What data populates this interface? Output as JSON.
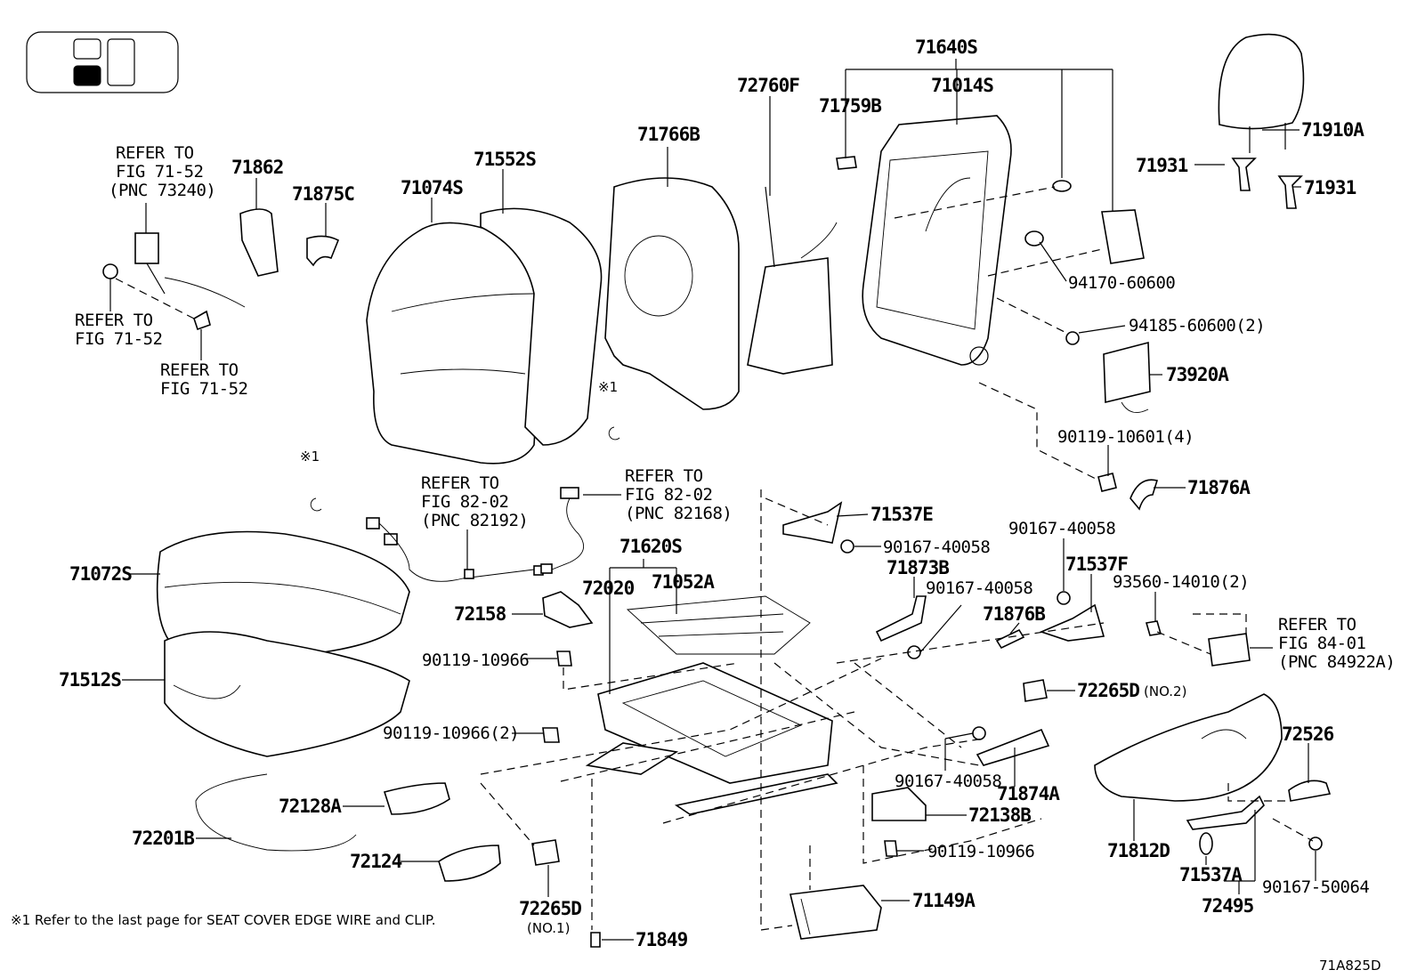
{
  "diagram_id": "71A825D",
  "footnote": "※1 Refer to the last page for SEAT COVER EDGE WIRE and CLIP.",
  "clip_marker": "※1",
  "labels": {
    "p71640S": "71640S",
    "p72760F": "72760F",
    "p71759B": "71759B",
    "p71014S": "71014S",
    "p71910A": "71910A",
    "p71931a": "71931",
    "p71931b": "71931",
    "p71766B": "71766B",
    "p71552S": "71552S",
    "p71074S": "71074S",
    "p71862": "71862",
    "p71875C": "71875C",
    "p94170": "94170-60600",
    "p94185": "94185-60600(2)",
    "p73920A": "73920A",
    "p90119_10601": "90119-10601(4)",
    "p71876A": "71876A",
    "p71537E": "71537E",
    "p90167_a": "90167-40058",
    "p71873B": "71873B",
    "p90167_b": "90167-40058",
    "p90167_c": "90167-40058",
    "p71537F": "71537F",
    "p93560": "93560-14010(2)",
    "p71876B": "71876B",
    "p71620S": "71620S",
    "p72020": "72020",
    "p71052A": "71052A",
    "p72158": "72158",
    "p90119_10966a": "90119-10966",
    "p71072S": "71072S",
    "p71512S": "71512S",
    "p90119_10966_2": "90119-10966(2)",
    "p72265D_2": "72265D",
    "p72265D_2_note": "(NO.2)",
    "p72526": "72526",
    "p90167_d": "90167-40058",
    "p71874A": "71874A",
    "p72138B": "72138B",
    "p90119_10966b": "90119-10966",
    "p71812D": "71812D",
    "p71537A": "71537A",
    "p72495": "72495",
    "p90167_50064": "90167-50064",
    "p72128A": "72128A",
    "p72201B": "72201B",
    "p72124": "72124",
    "p72265D_1": "72265D",
    "p72265D_1_note": "(NO.1)",
    "p71849": "71849",
    "p71149A": "71149A"
  },
  "refs": {
    "r1": [
      "REFER TO",
      "FIG 71-52",
      "(PNC 73240)"
    ],
    "r2": [
      "REFER TO",
      "FIG 71-52"
    ],
    "r3": [
      "REFER TO",
      "FIG 71-52"
    ],
    "r4": [
      "REFER TO",
      "FIG 82-02",
      "(PNC 82192)"
    ],
    "r5": [
      "REFER TO",
      "FIG 82-02",
      "(PNC 82168)"
    ],
    "r6": [
      "REFER TO",
      "FIG 84-01",
      "(PNC 84922A)"
    ]
  }
}
